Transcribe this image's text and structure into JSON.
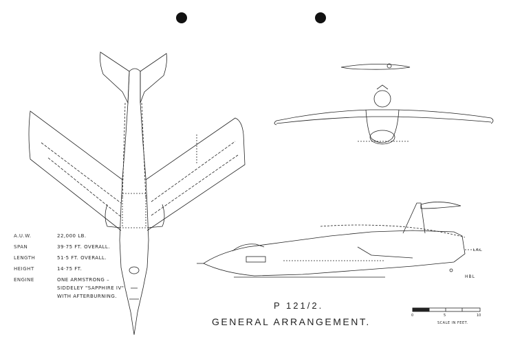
{
  "drawing": {
    "number": "P 121/2.",
    "title": "GENERAL ARRANGEMENT.",
    "initials": "HBL",
    "datum_label": "L.R.L."
  },
  "specifications": [
    {
      "key": "A.U.W.",
      "value": "22,000 LB."
    },
    {
      "key": "SPAN",
      "value": "39·75 FT. OVERALL."
    },
    {
      "key": "LENGTH",
      "value": "51·5 FT. OVERALL."
    },
    {
      "key": "HEIGHT",
      "value": "14·75 FT."
    },
    {
      "key": "ENGINE",
      "value": "ONE ARMSTRONG –"
    },
    {
      "key": "",
      "value": "SIDDELEY \"SAPPHIRE IV\""
    },
    {
      "key": "",
      "value": "WITH AFTERBURNING."
    }
  ],
  "scale": {
    "label": "SCALE IN FEET.",
    "ticks": [
      "0",
      "5",
      "10"
    ]
  },
  "colors": {
    "ink": "#222222",
    "paper": "#ffffff",
    "punch_hole": "#111111"
  }
}
